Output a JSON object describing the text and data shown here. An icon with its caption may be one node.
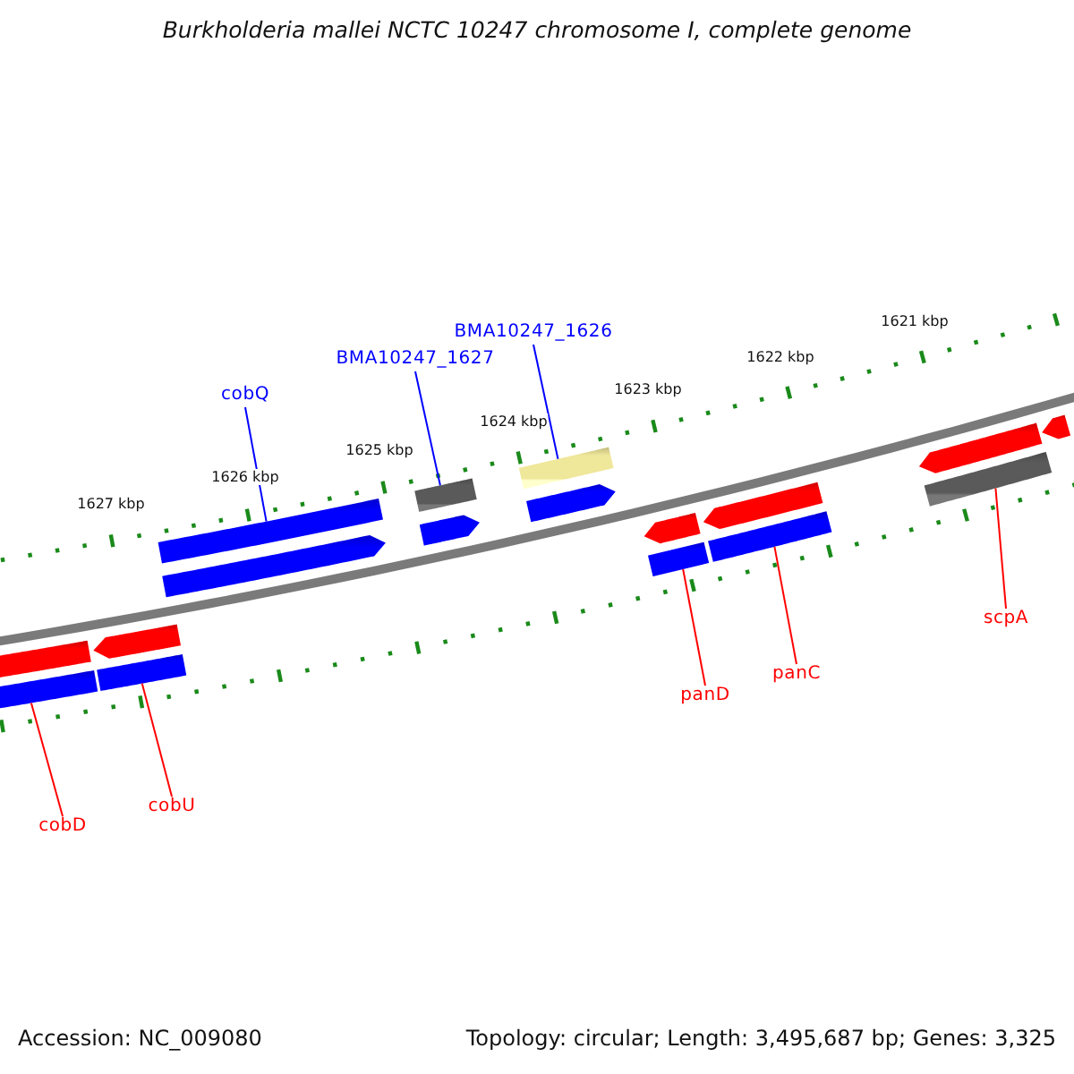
{
  "diagram": {
    "title": "Burkholderia mallei NCTC 10247 chromosome I, complete genome",
    "nodes": [
      {
        "text": [
          "BMA10247_1626"
        ]
      },
      {
        "text": [
          "BMA10247_1627"
        ]
      },
      {
        "text": [
          "cobQ"
        ]
      },
      {
        "text": [
          "scpA"
        ]
      },
      {
        "text": [
          "panC"
        ]
      },
      {
        "text": [
          "panD"
        ]
      },
      {
        "text": [
          "cobU"
        ]
      },
      {
        "text": [
          "cobD"
        ]
      },
      {
        "text": [],
        "shape": "pentagon"
      },
      {
        "text": [],
        "shape": "bar"
      },
      {
        "text": [],
        "shape": "pentagon"
      },
      {
        "text": [],
        "shape": "bar"
      },
      {
        "text": [],
        "shape": "bar"
      },
      {
        "text": [],
        "shape": "pentagon"
      },
      {
        "text": [],
        "shape": "bar"
      },
      {
        "text": [],
        "shape": "pentagon"
      },
      {
        "text": [],
        "shape": "bar"
      },
      {
        "text": [],
        "shape": "pentagon"
      },
      {
        "text": [],
        "shape": "pentagon"
      },
      {
        "text": [],
        "shape": "bar"
      },
      {
        "text": [],
        "shape": "pentagon"
      },
      {
        "text": [],
        "shape": "bar"
      },
      {
        "text": [],
        "shape": "pentagon"
      },
      {
        "text": [],
        "shape": "bar"
      },
      {
        "text": [],
        "shape": "pentagon"
      }
    ],
    "edges": [
      {
        "from": 0,
        "to": 16,
        "arrow": "none",
        "color": "#0000ff"
      },
      {
        "from": 1,
        "to": 14,
        "arrow": "none",
        "color": "#0000ff"
      },
      {
        "from": 2,
        "to": 12,
        "arrow": "none",
        "color": "#0000ff"
      },
      {
        "from": 3,
        "to": 23,
        "arrow": "none"
      },
      {
        "from": 4,
        "to": 21,
        "arrow": "none"
      },
      {
        "from": 5,
        "to": 19,
        "arrow": "none"
      },
      {
        "from": 6,
        "to": 11,
        "arrow": "none"
      },
      {
        "from": 7,
        "to": 9,
        "arrow": "none"
      }
    ],
    "labels": [
      "1627 kbp",
      "1626 kbp",
      "1625 kbp",
      "1624 kbp",
      "1623 kbp",
      "1622 kbp",
      "1621 kbp",
      "Accession: NC_009080",
      "Topology: circular; Length: 3,495,687 bp; Genes: 3,325"
    ]
  }
}
